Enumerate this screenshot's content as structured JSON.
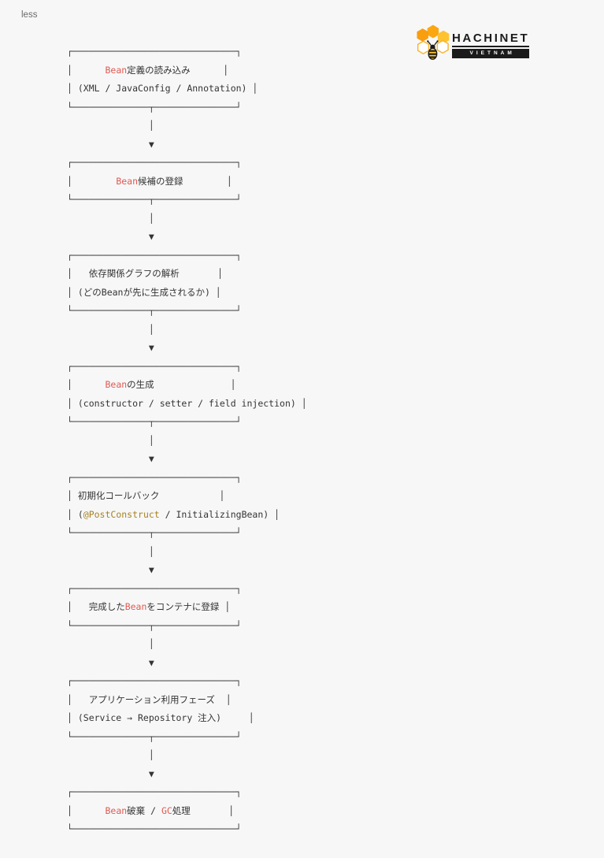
{
  "header": {
    "label": "less"
  },
  "logo": {
    "title": "HACHINET",
    "subtitle": "VIETNAM",
    "icon": "honeycomb-bee-icon"
  },
  "colors": {
    "background": "#f7f7f8",
    "ink": "#343434",
    "highlight_red": "#e05a50",
    "highlight_gold": "#a8821f",
    "logo_black": "#1b1b1b",
    "hex_orange": "#F89E0F",
    "hex_amber": "#FBA712",
    "hex_yellow": "#FDC330",
    "hex_outline": "#F7B32B",
    "bee_yellow": "#FFC82E"
  },
  "diagram": {
    "lines": [
      [
        {
          "t": "┌──────────────────────────────┐"
        }
      ],
      [
        {
          "t": "│      "
        },
        {
          "t": "Bean",
          "c": "red"
        },
        {
          "t": "定義の読み込み      │"
        }
      ],
      [
        {
          "t": "│ (XML / JavaConfig / Annotation) │"
        }
      ],
      [
        {
          "t": "└──────────────┬───────────────┘"
        }
      ],
      [
        {
          "t": "               │"
        }
      ],
      [
        {
          "t": "               ▼"
        }
      ],
      [
        {
          "t": "┌──────────────────────────────┐"
        }
      ],
      [
        {
          "t": "│        "
        },
        {
          "t": "Bean",
          "c": "red"
        },
        {
          "t": "候補の登録        │"
        }
      ],
      [
        {
          "t": "└──────────────┬───────────────┘"
        }
      ],
      [
        {
          "t": "               │"
        }
      ],
      [
        {
          "t": "               ▼"
        }
      ],
      [
        {
          "t": "┌──────────────────────────────┐"
        }
      ],
      [
        {
          "t": "│   依存関係グラフの解析       │"
        }
      ],
      [
        {
          "t": "│ (どのBeanが先に生成されるか) │"
        }
      ],
      [
        {
          "t": "└──────────────┬───────────────┘"
        }
      ],
      [
        {
          "t": "               │"
        }
      ],
      [
        {
          "t": "               ▼"
        }
      ],
      [
        {
          "t": "┌──────────────────────────────┐"
        }
      ],
      [
        {
          "t": "│      "
        },
        {
          "t": "Bean",
          "c": "red"
        },
        {
          "t": "の生成              │"
        }
      ],
      [
        {
          "t": "│ (constructor / setter / field injection) │"
        }
      ],
      [
        {
          "t": "└──────────────┬───────────────┘"
        }
      ],
      [
        {
          "t": "               │"
        }
      ],
      [
        {
          "t": "               ▼"
        }
      ],
      [
        {
          "t": "┌──────────────────────────────┐"
        }
      ],
      [
        {
          "t": "│ 初期化コールバック           │"
        }
      ],
      [
        {
          "t": "│ ("
        },
        {
          "t": "@PostConstruct",
          "c": "gold"
        },
        {
          "t": " / InitializingBean) │"
        }
      ],
      [
        {
          "t": "└──────────────┬───────────────┘"
        }
      ],
      [
        {
          "t": "               │"
        }
      ],
      [
        {
          "t": "               ▼"
        }
      ],
      [
        {
          "t": "┌──────────────────────────────┐"
        }
      ],
      [
        {
          "t": "│   完成した"
        },
        {
          "t": "Bean",
          "c": "red"
        },
        {
          "t": "をコンテナに登録 │"
        }
      ],
      [
        {
          "t": "└──────────────┬───────────────┘"
        }
      ],
      [
        {
          "t": "               │"
        }
      ],
      [
        {
          "t": "               ▼"
        }
      ],
      [
        {
          "t": "┌──────────────────────────────┐"
        }
      ],
      [
        {
          "t": "│   アプリケーション利用フェーズ  │"
        }
      ],
      [
        {
          "t": "│ (Service → Repository 注入)     │"
        }
      ],
      [
        {
          "t": "└──────────────┬───────────────┘"
        }
      ],
      [
        {
          "t": "               │"
        }
      ],
      [
        {
          "t": "               ▼"
        }
      ],
      [
        {
          "t": "┌──────────────────────────────┐"
        }
      ],
      [
        {
          "t": "│      "
        },
        {
          "t": "Bean",
          "c": "red"
        },
        {
          "t": "破棄 / "
        },
        {
          "t": "GC",
          "c": "red"
        },
        {
          "t": "処理       │"
        }
      ],
      [
        {
          "t": "└──────────────────────────────┘"
        }
      ]
    ]
  }
}
